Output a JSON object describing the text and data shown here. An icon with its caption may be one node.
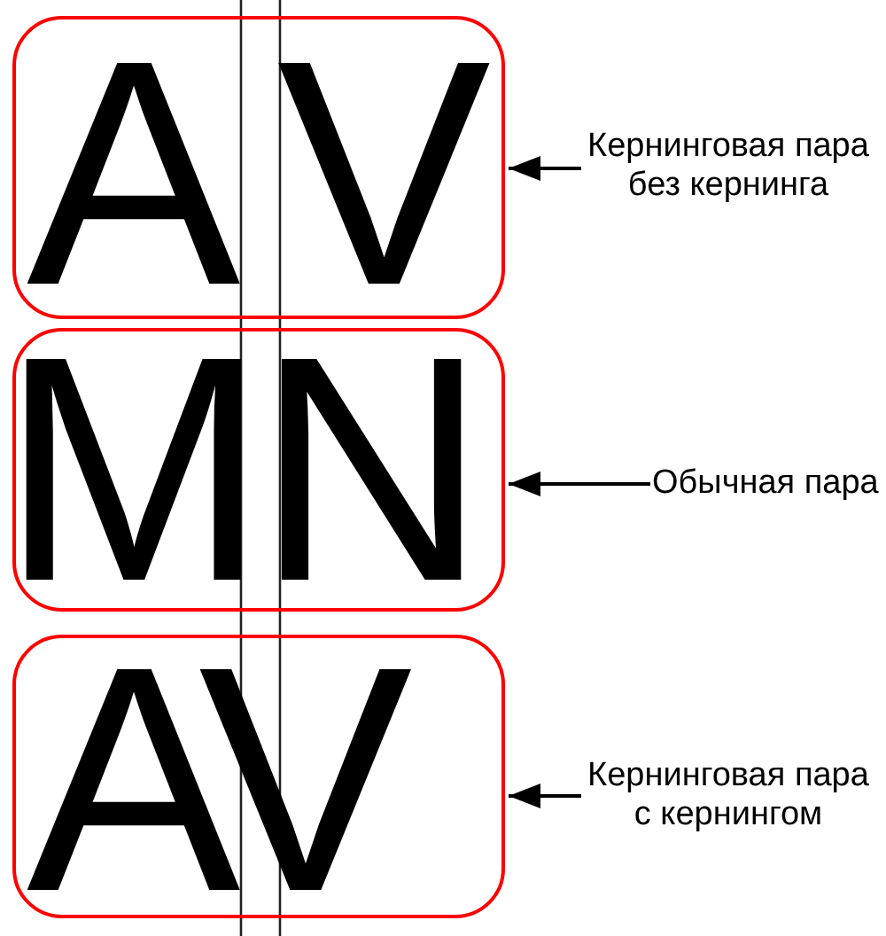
{
  "diagram": {
    "nodes": [
      {
        "text": [
          "AV"
        ]
      },
      {
        "text": [
          "Кернинговая пара без кернинга"
        ]
      },
      {
        "text": [
          "MN"
        ]
      },
      {
        "text": [
          "Обычная пара"
        ]
      },
      {
        "text": [
          "AV"
        ]
      },
      {
        "text": [
          "Кернинговая пара с кернингом"
        ]
      }
    ],
    "edges": [
      {
        "from": 1,
        "to": 0,
        "arrow": "to"
      },
      {
        "from": 3,
        "to": 2,
        "arrow": "to"
      },
      {
        "from": 5,
        "to": 4,
        "arrow": "to"
      }
    ]
  }
}
